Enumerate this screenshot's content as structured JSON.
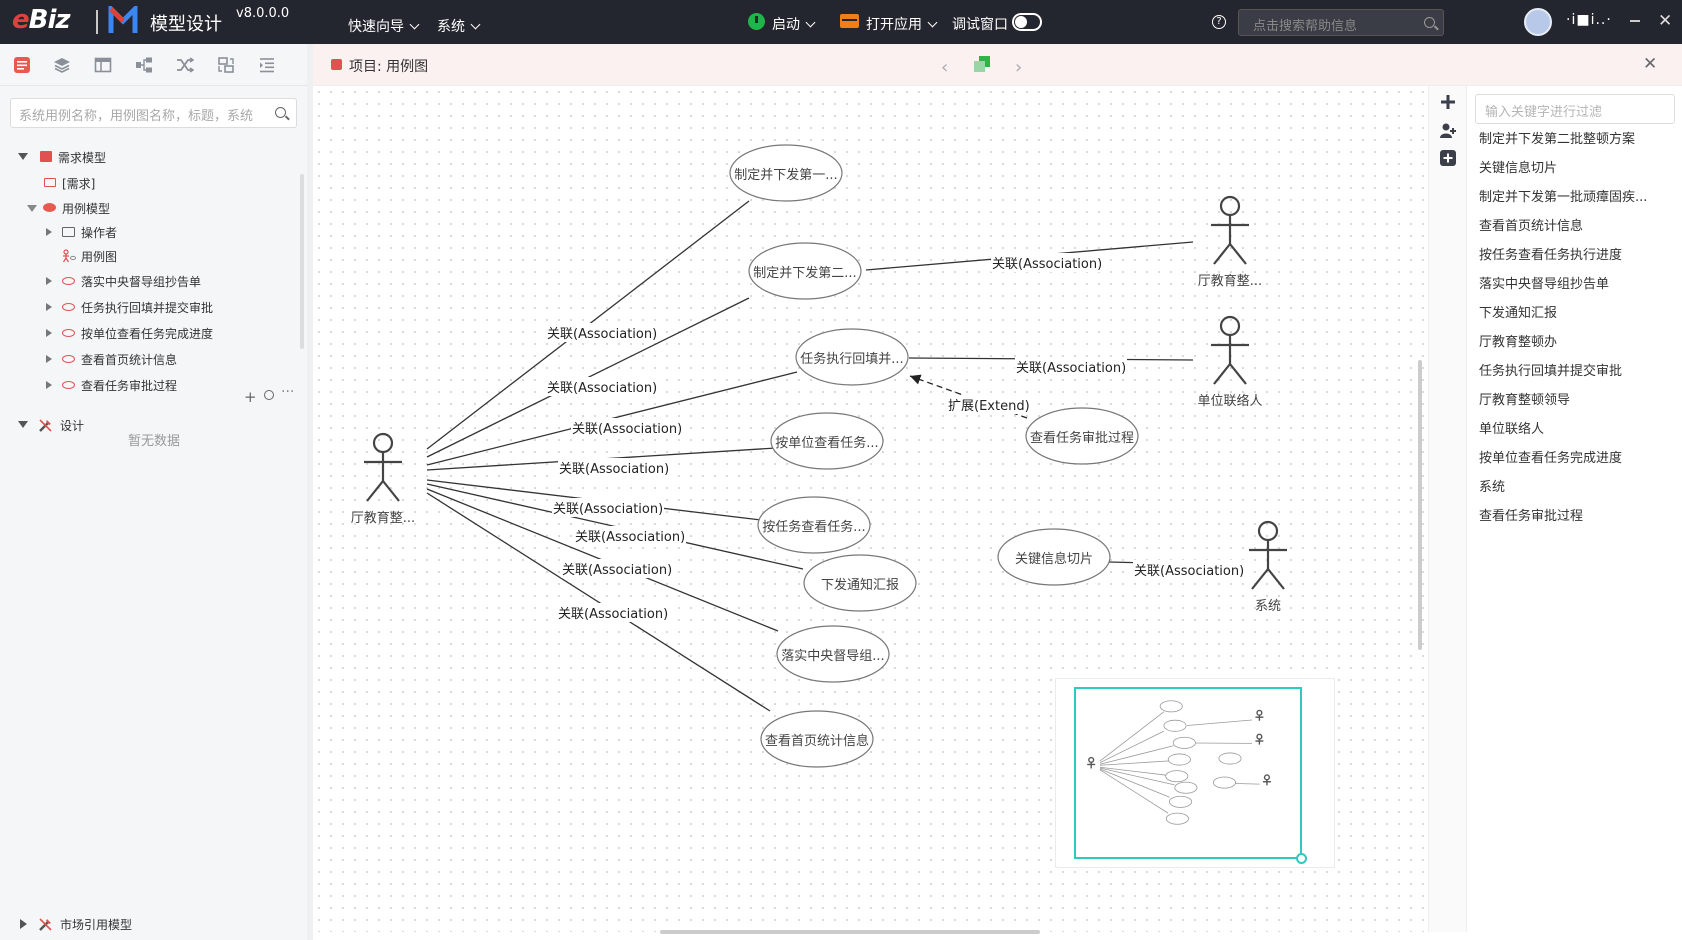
{
  "header": {
    "logo_text": "Biz",
    "app_title": "模型设计",
    "version": "v8.0.0.0",
    "menus": [
      {
        "label": "快速向导"
      },
      {
        "label": "系统"
      }
    ],
    "start_label": "启动",
    "open_app_label": "打开应用",
    "debug_label": "调试窗口",
    "search_placeholder": "点击搜索帮助信息",
    "username": "·i■i..·"
  },
  "left_panel": {
    "search_placeholder": "系统用例名称，用例图名称，标题，系统",
    "tree": {
      "requirement_model": "需求模型",
      "requirement": "[需求]",
      "usecase_model": "用例模型",
      "actors": "操作者",
      "usecase_diagram": "用例图",
      "usecases": [
        "落实中央督导组抄告单",
        "任务执行回填并提交审批",
        "按单位查看任务完成进度",
        "查看首页统计信息",
        "查看任务审批过程"
      ],
      "design": "设计",
      "design_empty": "暂无数据",
      "market_model": "市场引用模型"
    }
  },
  "tab": {
    "title": "项目: 用例图"
  },
  "diagram": {
    "usecases": [
      {
        "label": "制定并下发第一..."
      },
      {
        "label": "制定并下发第二..."
      },
      {
        "label": "任务执行回填并..."
      },
      {
        "label": "按单位查看任务..."
      },
      {
        "label": "按任务查看任务..."
      },
      {
        "label": "下发通知汇报"
      },
      {
        "label": "落实中央督导组..."
      },
      {
        "label": "查看首页统计信息"
      },
      {
        "label": "查看任务审批过程"
      },
      {
        "label": "关键信息切片"
      }
    ],
    "actors": [
      {
        "label": "厅教育整..."
      },
      {
        "label": "厅教育整..."
      },
      {
        "label": "单位联络人"
      },
      {
        "label": "系统"
      }
    ],
    "association_label": "关联(Association)",
    "extend_label": "扩展(Extend)"
  },
  "right_panel": {
    "filter_placeholder": "输入关键字进行过滤",
    "items": [
      "制定并下发第二批整顿方案",
      "关键信息切片",
      "制定并下发第一批顽瘴固疾...",
      "查看首页统计信息",
      "按任务查看任务执行进度",
      "落实中央督导组抄告单",
      "下发通知汇报",
      "厅教育整顿办",
      "任务执行回填并提交审批",
      "厅教育整顿领导",
      "单位联络人",
      "按单位查看任务完成进度",
      "系统",
      "查看任务审批过程"
    ]
  },
  "colors": {
    "topbar_bg": "#23262e",
    "accent_red": "#e05252",
    "start_green": "#1fb54b",
    "open_orange": "#f07f1a",
    "minimap_teal": "#2fc9c0"
  },
  "icons": {
    "left_toolbar": [
      "requirement-icon",
      "layers-icon",
      "table-icon",
      "tree-icon",
      "shuffle-icon",
      "transfer-icon",
      "indent-icon"
    ],
    "right_toolbar": [
      "add-icon",
      "add-user-icon",
      "add-box-icon"
    ]
  }
}
